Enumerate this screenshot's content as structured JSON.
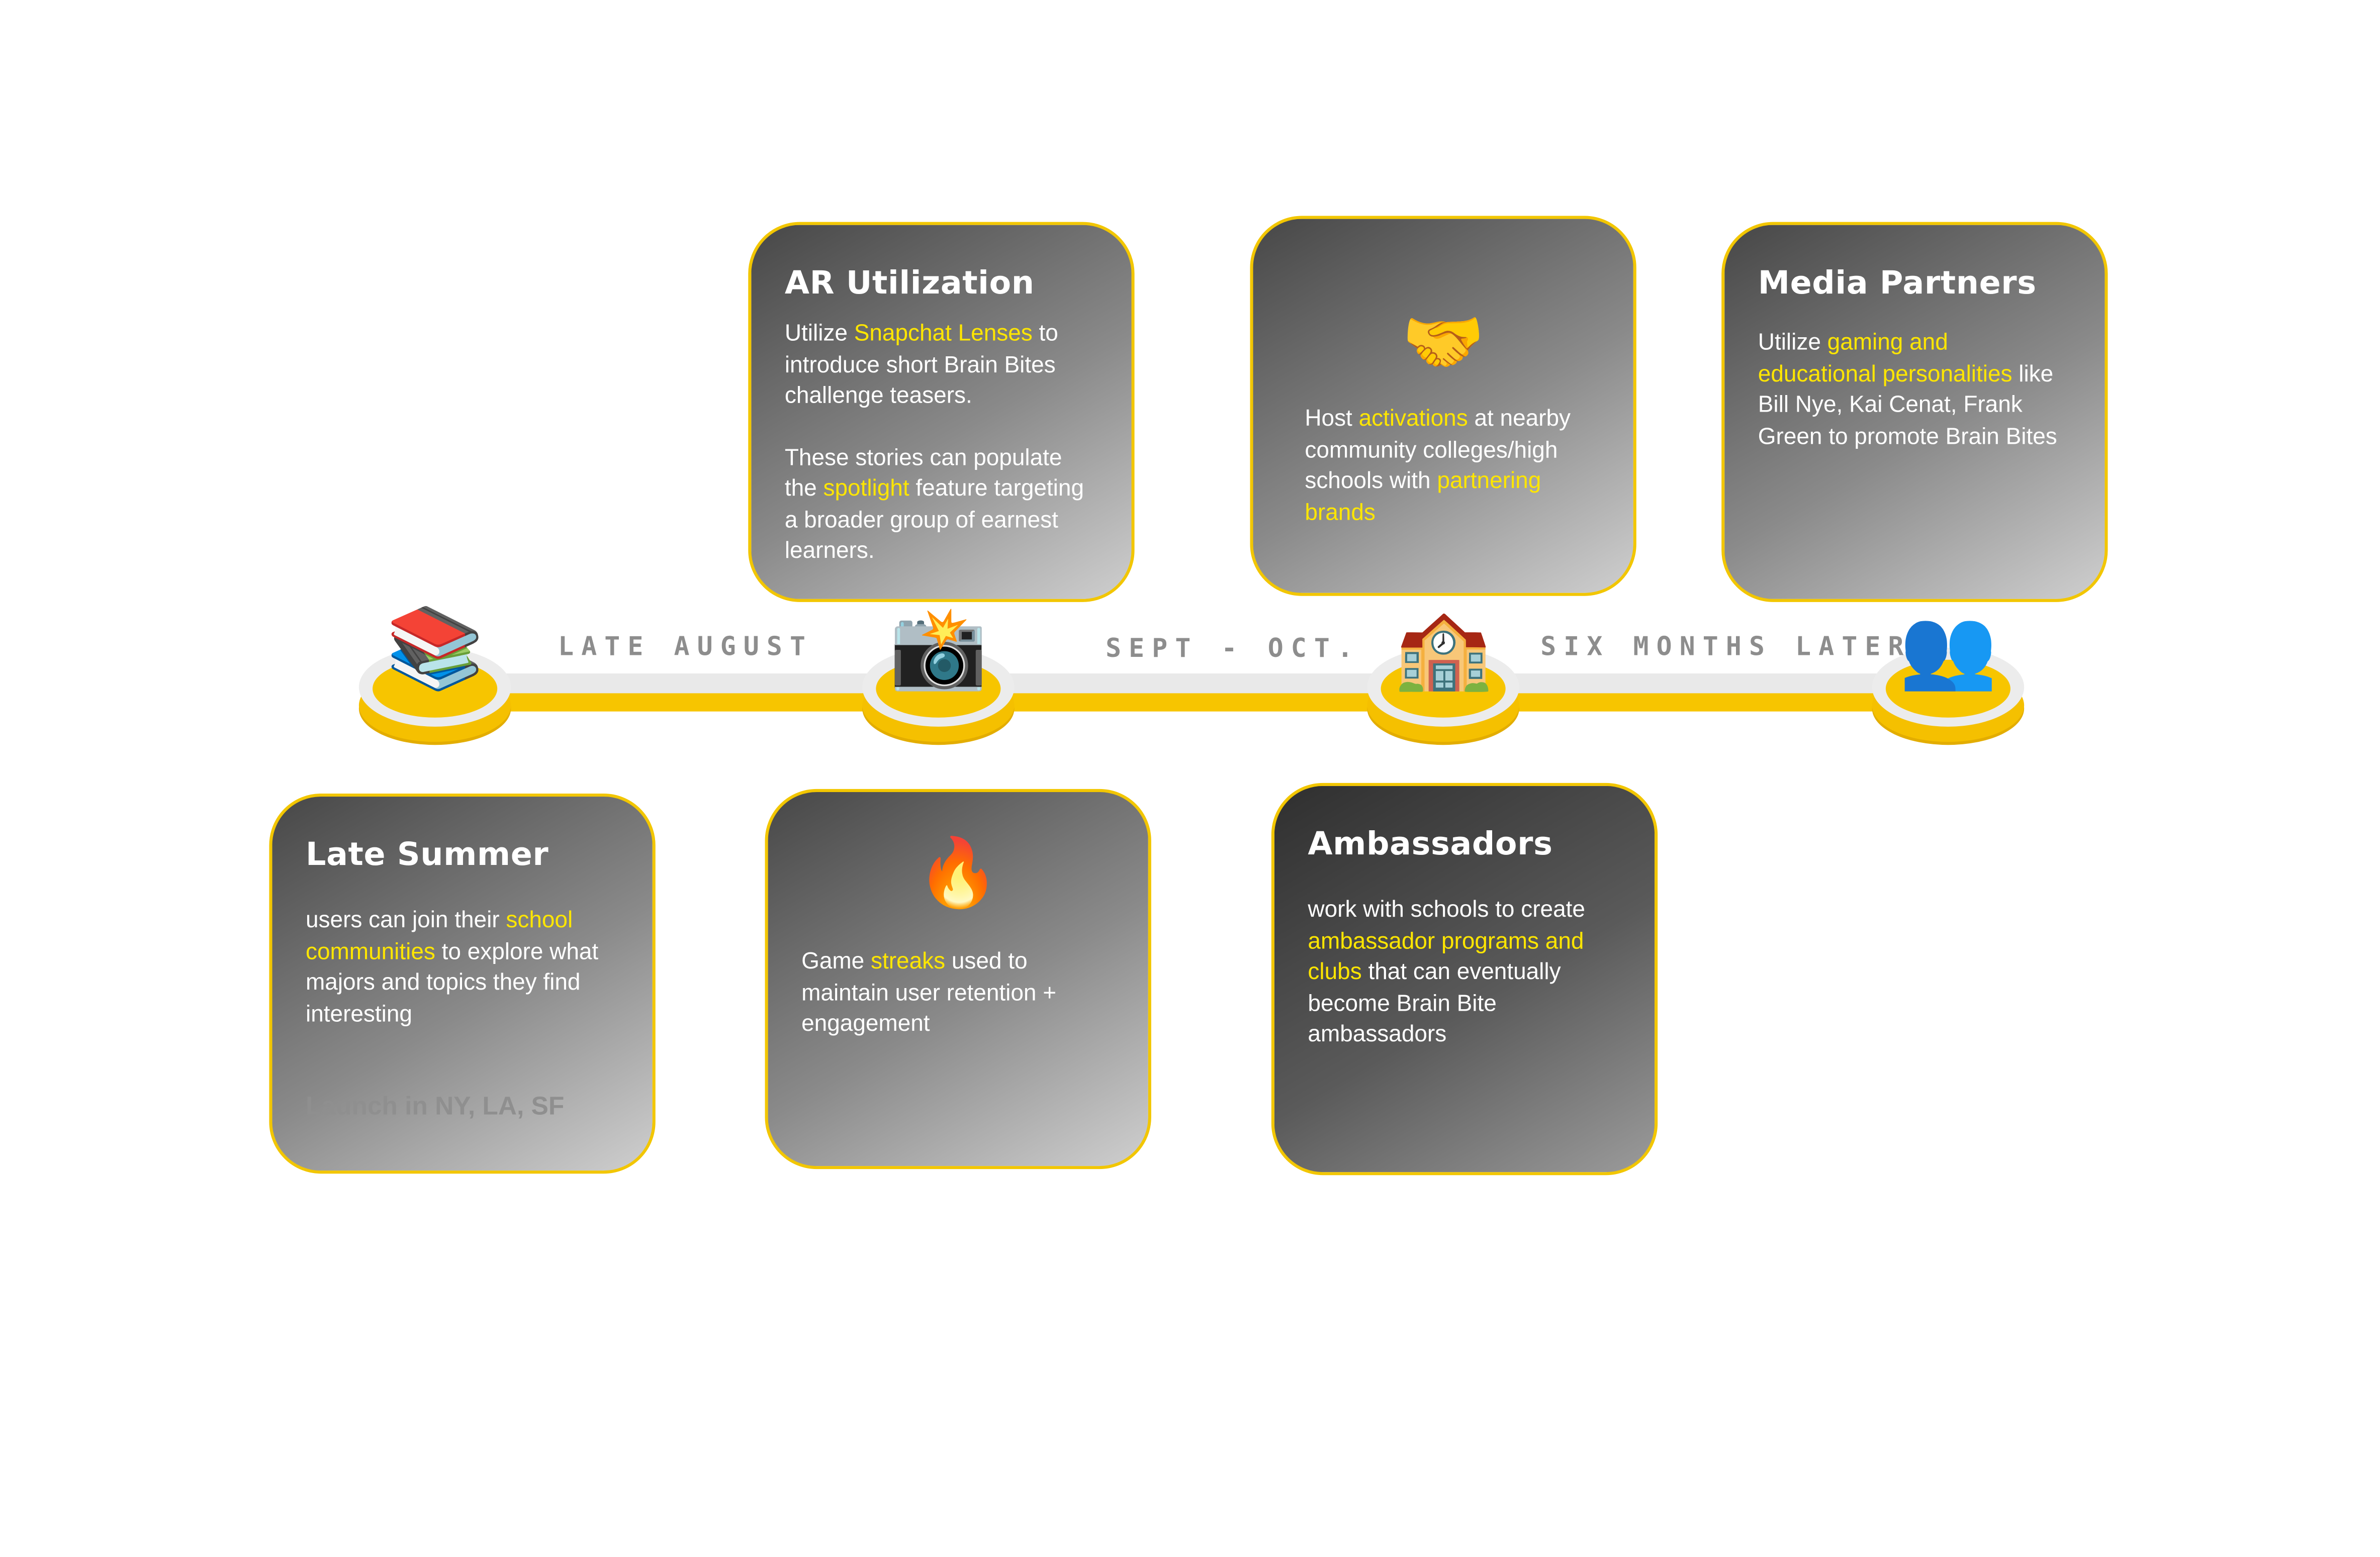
{
  "timeline": {
    "eras": [
      "LATE AUGUST",
      "SEPT - OCT.",
      "SIX MONTHS LATER"
    ],
    "nodes": [
      {
        "icon": "books-icon",
        "glyph": "📚"
      },
      {
        "icon": "camera-flash-icon",
        "glyph": "📸"
      },
      {
        "icon": "school-icon",
        "glyph": "🏫"
      },
      {
        "icon": "people-icon",
        "glyph": "👥"
      }
    ]
  },
  "cards": {
    "ar": {
      "title": "AR Utilization",
      "p1_pre": "Utilize ",
      "p1_hl": "Snapchat Lenses",
      "p1_post": " to introduce short Brain Bites challenge teasers.",
      "p2_pre": "These stories can populate the ",
      "p2_hl": "spotlight",
      "p2_post": " feature targeting a broader group of earnest learners."
    },
    "activations": {
      "emoji": "🤝",
      "pre": "Host ",
      "hl1": "activations",
      "mid": " at nearby community colleges/high schools with ",
      "hl2": "partnering brands"
    },
    "media": {
      "title": "Media Partners",
      "pre": "Utilize ",
      "hl": "gaming and educational personalities",
      "post": " like Bill Nye, Kai Cenat, Frank Green to promote Brain Bites"
    },
    "summer": {
      "title": "Late Summer",
      "pre": "users can join their ",
      "hl": "school communities",
      "post": " to explore what majors and topics they find interesting",
      "note": "Launch in NY, LA, SF"
    },
    "streaks": {
      "emoji": "🔥",
      "pre": "Game ",
      "hl": "streaks",
      "post": " used to maintain user retention + engagement"
    },
    "ambassadors": {
      "title": "Ambassadors",
      "pre": "work with schools to create ",
      "hl": "ambassador programs and clubs",
      "post": " that can eventually become Brain Bite ambassadors"
    }
  },
  "colors": {
    "accent": "#f7c500",
    "highlight": "#ffe600",
    "track": "#e9e9e9",
    "era_text": "#8d8d8d"
  }
}
